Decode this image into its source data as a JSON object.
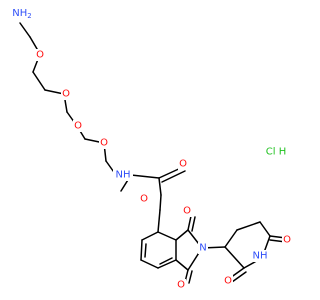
{
  "structure": {
    "labels": {
      "amine": "NH",
      "amine_h": "2",
      "ether_o1": "O",
      "ether_o2": "O",
      "ether_o3": "O",
      "ether_o4": "O",
      "amide_nh": "NH",
      "amide_o": "O",
      "aryl_ether_o": "O",
      "imide_o_top": "O",
      "imide_o_bottom": "O",
      "imide_n": "N",
      "glut_nh": "NH",
      "glut_o_right": "O",
      "glut_o_left": "O",
      "salt": "Cl H"
    },
    "colors": {
      "bond": "#000000",
      "oxygen": "#ff0d0d",
      "nitrogen": "#3050f8",
      "chlorine": "#1fc11f"
    }
  }
}
